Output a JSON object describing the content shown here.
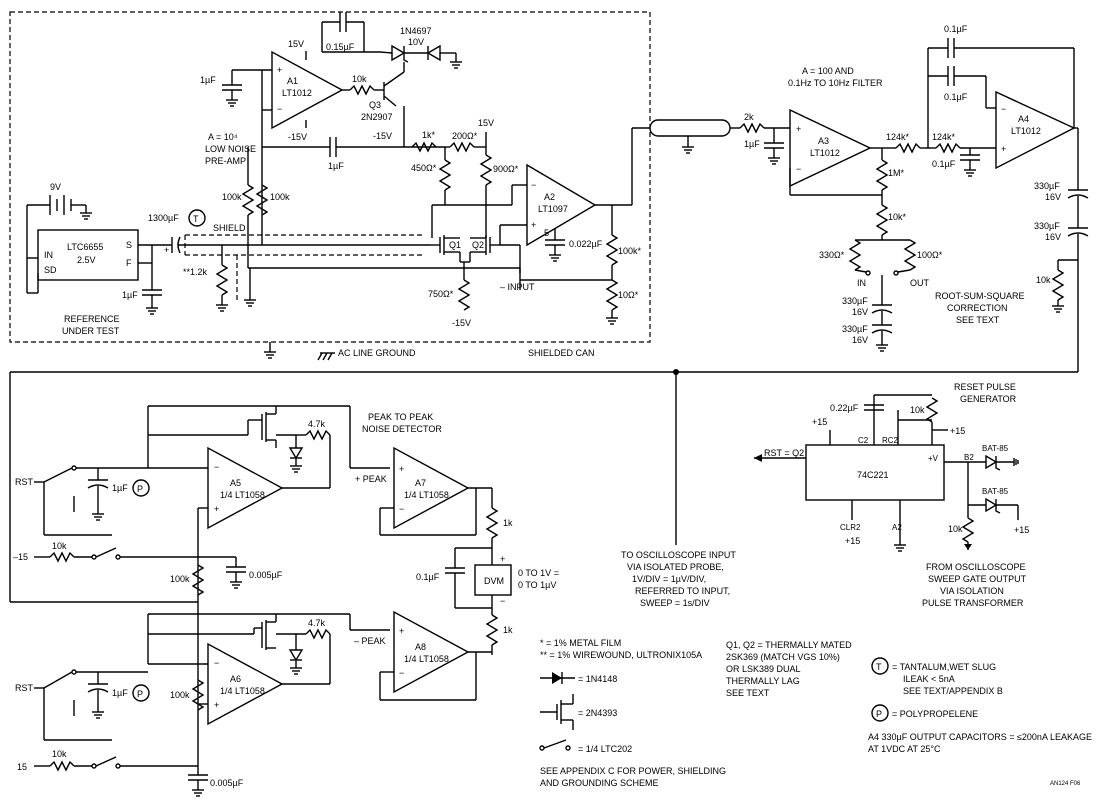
{
  "blocks": {
    "a1": {
      "ref": "A1",
      "part": "LT1012",
      "v_pos": "15V",
      "v_neg": "-15V",
      "c_in": "1µF",
      "c_fb": "0.15µF",
      "zener": "1N4697",
      "zener_v": "10V",
      "r_base": "10k",
      "q3": "Q3",
      "q3_part": "2N2907",
      "q3_neg": "-15V",
      "gain": "A = 10⁴",
      "desc1": "LOW NOISE",
      "desc2": "PRE-AMP"
    },
    "a2": {
      "ref": "A2",
      "part": "LT1097",
      "c_comp": "5",
      "c_out": "0.022µF",
      "r_fb": "100k*",
      "r_bottom": "10Ω*",
      "supply": "15V"
    },
    "preamp_net": {
      "c_couple": "1µF",
      "r1k": "1k*",
      "r200": "200Ω*",
      "r900": "900Ω*",
      "r450": "450Ω*",
      "r100k_a": "100k",
      "r100k_b": "100k",
      "q1": "Q1",
      "q2": "Q2",
      "r750": "750Ω*",
      "neg15": "-15V",
      "input": "– INPUT"
    },
    "ref_dut": {
      "battery": "9V",
      "part": "LTC6655",
      "voltage": "2.5V",
      "pin_in": "IN",
      "pin_sd": "SD",
      "pin_s": "S",
      "pin_f": "F",
      "c_out": "1µF",
      "label1": "REFERENCE",
      "label2": "UNDER TEST",
      "c_big": "1300µF",
      "tant": "T",
      "shield": "SHIELD",
      "r12k": "**1.2k"
    },
    "grounds": {
      "ac_line": "AC LINE GROUND",
      "shielded_can": "SHIELDED CAN"
    },
    "a3": {
      "ref": "A3",
      "part": "LT1012",
      "gain": "A = 100 AND",
      "filter": "0.1Hz TO 10Hz FILTER",
      "r2k": "2k",
      "c1": "1µF",
      "r124a": "124k*",
      "r124b": "124k*",
      "c01": "0.1µF",
      "r1m": "1M*",
      "r10k": "10k*",
      "r330": "330Ω*",
      "r100": "100Ω*",
      "in": "IN",
      "out": "OUT",
      "c330a": "330µF",
      "c330a_v": "16V",
      "c330b": "330µF",
      "c330b_v": "16V",
      "rss1": "ROOT-SUM-SQUARE",
      "rss2": "CORRECTION",
      "rss3": "SEE TEXT"
    },
    "a4": {
      "ref": "A4",
      "part": "LT1012",
      "c_top1": "0.1µF",
      "c_top2": "0.1µF",
      "c_out1": "330µF",
      "c_out1_v": "16V",
      "c_out2": "330µF",
      "c_out2_v": "16V",
      "r10k": "10k"
    },
    "detector": {
      "title1": "PEAK TO PEAK",
      "title2": "NOISE DETECTOR",
      "rst": "RST",
      "neg15": "–15",
      "pos15": "15",
      "r10k_a": "10k",
      "r10k_b": "10k",
      "c1u_a": "1µF",
      "c1u_b": "1µF",
      "poly": "P",
      "r4_7_a": "4.7k",
      "r4_7_b": "4.7k",
      "r100k_a": "100k",
      "r100k_b": "100k",
      "c005_a": "0.005µF",
      "c005_b": "0.005µF",
      "a5": "A5",
      "a5_part": "1/4 LT1058",
      "a6": "A6",
      "a6_part": "1/4 LT1058",
      "a7": "A7",
      "a7_part": "1/4 LT1058",
      "a8": "A8",
      "a8_part": "1/4 LT1058",
      "plus_peak": "+ PEAK",
      "minus_peak": "– PEAK",
      "r1k_a": "1k",
      "r1k_b": "1k",
      "c01": "0.1µF",
      "dvm": "DVM",
      "range1": "0 TO 1V =",
      "range2": "0 TO 1µV"
    },
    "reset": {
      "title1": "RESET PULSE",
      "title2": "GENERATOR",
      "part": "74C221",
      "c022": "0.22µF",
      "r10k": "10k",
      "pos15a": "+15",
      "pos15b": "+15",
      "pin_c2": "C2",
      "pin_rc2": "RC2",
      "pin_v": "+V",
      "pin_b2": "B2",
      "pin_clr2": "CLR2",
      "pin_a2": "A2",
      "rst_q2": "RST = Q2",
      "clr_15": "+15",
      "bat1": "BAT-85",
      "bat2": "BAT-85",
      "pos15c": "+15",
      "r10k_b": "10k",
      "sweep1": "FROM OSCILLOSCOPE",
      "sweep2": "SWEEP GATE OUTPUT",
      "sweep3": "VIA ISOLATION",
      "sweep4": "PULSE TRANSFORMER"
    },
    "scope": {
      "l1": "TO OSCILLOSCOPE INPUT",
      "l2": "VIA ISOLATED PROBE,",
      "l3": "1V/DIV = 1µV/DIV,",
      "l4": "REFERRED TO INPUT,",
      "l5": "SWEEP = 1s/DIV"
    },
    "notes": {
      "n1": "* = 1% METAL FILM",
      "n2": "** = 1% WIREWOUND, ULTRONIX105A",
      "diode": "= 1N4148",
      "fet": "= 2N4393",
      "switch": "= 1/4 LTC202",
      "appendix1": "SEE APPENDIX C FOR POWER, SHIELDING",
      "appendix2": "AND GROUNDING SCHEME",
      "q1": "Q1, Q2 = THERMALLY MATED",
      "q2": "2SK369 (MATCH VGS 10%)",
      "q3": "OR LSK389 DUAL",
      "q4": "THERMALLY LAG",
      "q5": "SEE TEXT",
      "t_sym": "T",
      "t1": "= TANTALUM,WET SLUG",
      "t2": "ILEAK < 5nA",
      "t3": "SEE TEXT/APPENDIX B",
      "p_sym": "P",
      "p1": "= POLYPROPELENE",
      "a4_1": "A4 330µF OUTPUT CAPACITORS = ≤200nA LEAKAGE",
      "a4_2": "AT 1VDC AT 25°C",
      "fig": "AN124 F06"
    }
  }
}
